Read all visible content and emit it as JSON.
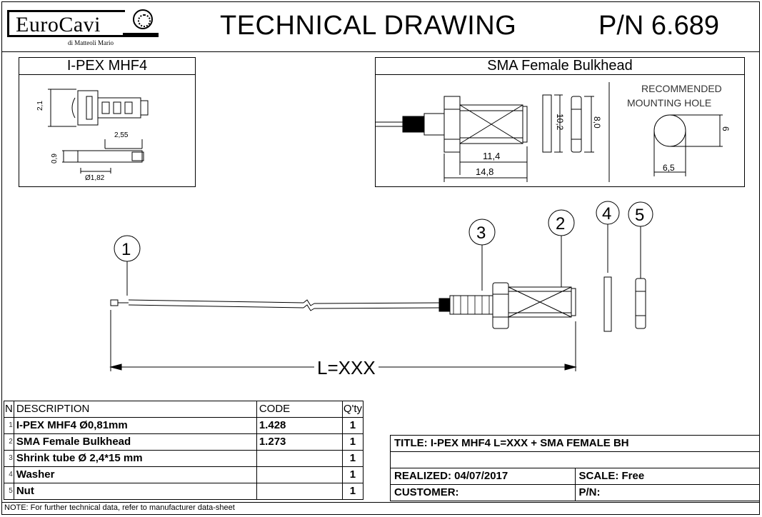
{
  "header": {
    "logo_text": "EuroCavi",
    "logo_subtext": "di Matteoli Mario",
    "title": "TECHNICAL DRAWING",
    "part_number": "P/N 6.689"
  },
  "panel_left": {
    "title": "I-PEX MHF4",
    "dims": [
      "2,1",
      "2,55",
      "0,9",
      "Ø1,82"
    ]
  },
  "panel_right": {
    "title": "SMA Female Bulkhead",
    "hole_label_1": "RECOMMENDED",
    "hole_label_2": "MOUNTING  HOLE",
    "dims": [
      "11,4",
      "14,8",
      "10,2",
      "8,0",
      "6",
      "6,5"
    ]
  },
  "main": {
    "balloons": [
      "1",
      "2",
      "3",
      "4",
      "5"
    ],
    "length_label": "L=XXX"
  },
  "bom": {
    "headers": [
      "N",
      "DESCRIPTION",
      "CODE",
      "Q'ty"
    ],
    "rows": [
      {
        "n": "1",
        "description": "I-PEX MHF4 Ø0,81mm",
        "code": "1.428",
        "qty": "1"
      },
      {
        "n": "2",
        "description": "SMA Female Bulkhead",
        "code": "1.273",
        "qty": "1"
      },
      {
        "n": "3",
        "description": "Shrink tube Ø 2,4*15 mm",
        "code": "",
        "qty": "1"
      },
      {
        "n": "4",
        "description": "Washer",
        "code": "",
        "qty": "1"
      },
      {
        "n": "5",
        "description": "Nut",
        "code": "",
        "qty": "1"
      }
    ]
  },
  "note": "NOTE: For further technical data, refer to manufacturer data-sheet",
  "title_block": {
    "title": "TITLE: I-PEX MHF4 L=XXX + SMA FEMALE BH",
    "realized": "REALIZED: 04/07/2017",
    "scale": "SCALE: Free",
    "customer": "CUSTOMER:",
    "pn": "P/N:"
  }
}
